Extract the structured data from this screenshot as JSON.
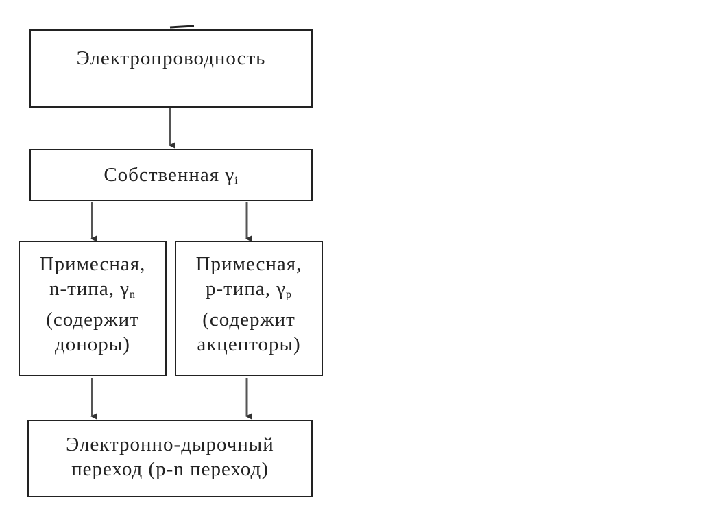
{
  "nodes": {
    "root": {
      "label": "Электропроводность"
    },
    "intrinsic": {
      "label": "Собственная γ",
      "sub": "i"
    },
    "n_type": {
      "lines": [
        "Примесная,",
        "n-типа, γ",
        "(содержит",
        "доноры)"
      ],
      "sub": "n"
    },
    "p_type": {
      "lines": [
        "Примесная,",
        "р-типа, γ",
        "(содержит",
        "акцепторы)"
      ],
      "sub": "p"
    },
    "junction": {
      "lines": [
        "Электронно-дырочный",
        "переход (р-n переход)"
      ]
    }
  }
}
